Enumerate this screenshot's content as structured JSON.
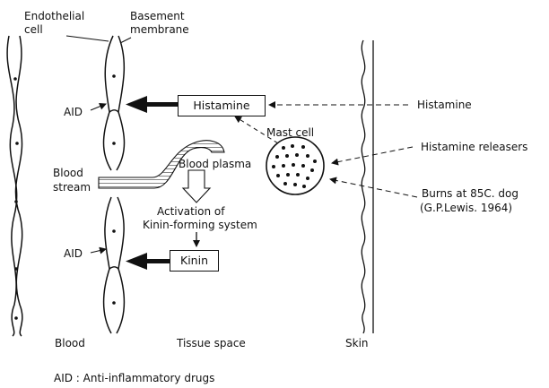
{
  "labels": {
    "endothelial_cell": "Endothelial cell",
    "basement_membrane": "Basement membrane",
    "aid_top": "AID",
    "aid_bottom": "AID",
    "histamine_box": "Histamine",
    "kinin_box": "Kinin",
    "mast_cell": "Mast cell",
    "histamine_right": "Histamine",
    "histamine_releasers": "Histamine releasers",
    "burns_line1": "Burns at 85C. dog",
    "burns_line2": "(G.P.Lewis. 1964)",
    "blood_stream": "Blood stream",
    "blood_plasma": "Blood plasma",
    "activation_of": "Activation of",
    "kinin_forming_system": "Kinin-forming system",
    "region_blood": "Blood",
    "region_tissue": "Tissue space",
    "region_skin": "Skin",
    "footnote": "AID : Anti-inflammatory drugs"
  }
}
